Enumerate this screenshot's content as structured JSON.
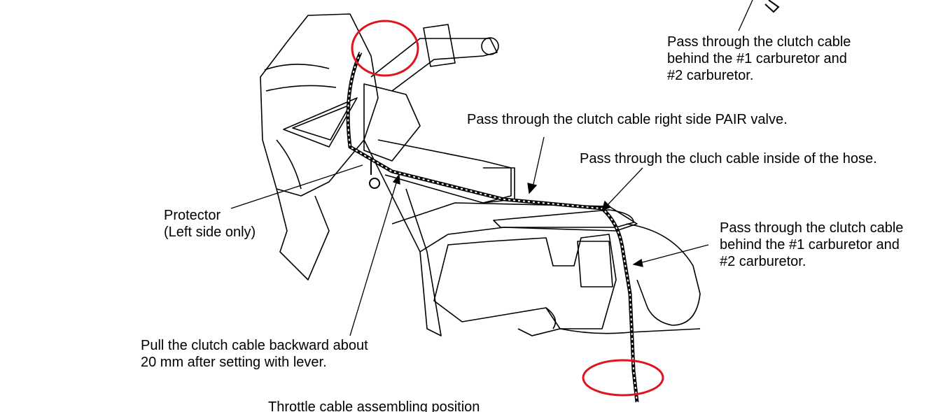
{
  "labels": {
    "top_right": [
      "Pass through the clutch cable",
      "behind the #1 carburetor and",
      "#2 carburetor."
    ],
    "pair_valve": "Pass through the clutch cable right side PAIR valve.",
    "hose": "Pass through the cluch cable inside of the hose.",
    "carburetor": [
      "Pass through the clutch cable",
      "behind the #1 carburetor and",
      "#2 carburetor."
    ],
    "protector": [
      "Protector",
      "(Left side only)"
    ],
    "pull": [
      "Pull the clutch cable backward about",
      "20 mm after setting with lever."
    ],
    "throttle": "Throttle cable assembling position"
  },
  "colors": {
    "highlight": "#e0141e",
    "line": "#000000"
  }
}
